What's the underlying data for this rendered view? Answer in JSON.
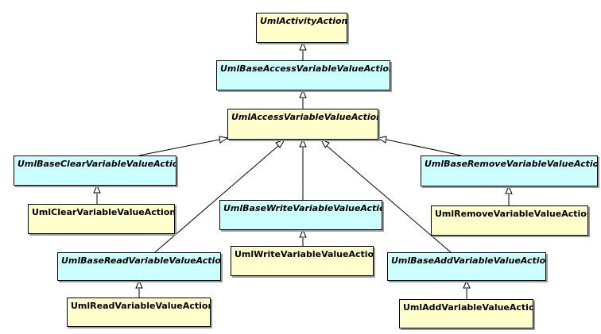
{
  "diagram": {
    "type": "uml-class-inheritance",
    "colors": {
      "abstract_fill": "#ccffff",
      "concrete_fill": "#ffffcc",
      "stroke": "#000000",
      "shadow": "#9a9a9a"
    },
    "classes": {
      "activity_action": {
        "name": "UmlActivityAction",
        "abstract": true,
        "fill": "yellow"
      },
      "base_access": {
        "name": "UmlBaseAccessVariableValueAction",
        "abstract": true,
        "fill": "cyan"
      },
      "access": {
        "name": "UmlAccessVariableValueAction",
        "abstract": true,
        "fill": "yellow"
      },
      "base_clear": {
        "name": "UmlBaseClearVariableValueAction",
        "abstract": true,
        "fill": "cyan"
      },
      "clear": {
        "name": "UmlClearVariableValueAction",
        "abstract": false,
        "fill": "yellow"
      },
      "base_write": {
        "name": "UmlBaseWriteVariableValueAction",
        "abstract": true,
        "fill": "cyan"
      },
      "write": {
        "name": "UmlWriteVariableValueAction",
        "abstract": false,
        "fill": "yellow"
      },
      "base_remove": {
        "name": "UmlBaseRemoveVariableValueAction",
        "abstract": true,
        "fill": "cyan"
      },
      "remove": {
        "name": "UmlRemoveVariableValueAction",
        "abstract": false,
        "fill": "yellow"
      },
      "base_read": {
        "name": "UmlBaseReadVariableValueAction",
        "abstract": true,
        "fill": "cyan"
      },
      "read": {
        "name": "UmlReadVariableValueAction",
        "abstract": false,
        "fill": "yellow"
      },
      "base_add": {
        "name": "UmlBaseAddVariableValueAction",
        "abstract": true,
        "fill": "cyan"
      },
      "add": {
        "name": "UmlAddVariableValueAction",
        "abstract": false,
        "fill": "yellow"
      }
    },
    "generalizations": [
      {
        "child": "base_access",
        "parent": "activity_action"
      },
      {
        "child": "access",
        "parent": "base_access"
      },
      {
        "child": "base_clear",
        "parent": "access"
      },
      {
        "child": "base_read",
        "parent": "access"
      },
      {
        "child": "base_write",
        "parent": "access"
      },
      {
        "child": "base_add",
        "parent": "access"
      },
      {
        "child": "base_remove",
        "parent": "access"
      },
      {
        "child": "clear",
        "parent": "base_clear"
      },
      {
        "child": "write",
        "parent": "base_write"
      },
      {
        "child": "remove",
        "parent": "base_remove"
      },
      {
        "child": "read",
        "parent": "base_read"
      },
      {
        "child": "add",
        "parent": "base_add"
      }
    ]
  }
}
